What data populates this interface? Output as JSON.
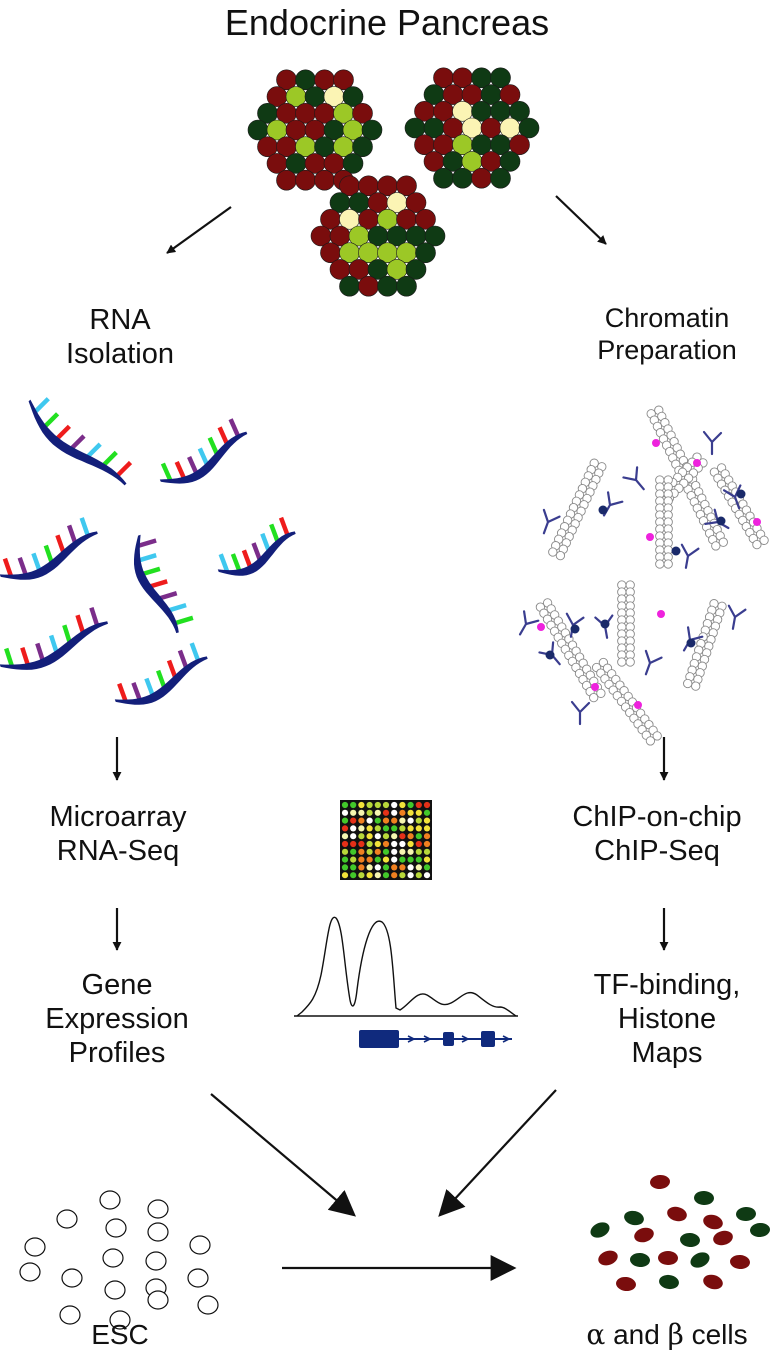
{
  "title": "Endocrine Pancreas",
  "left_branch": {
    "step1": [
      "RNA",
      "Isolation"
    ],
    "step2": [
      "Microarray",
      "RNA-Seq"
    ],
    "step3": [
      "Gene",
      "Expression",
      "Profiles"
    ]
  },
  "right_branch": {
    "step1": [
      "Chromatin",
      "Preparation"
    ],
    "step2": [
      "ChIP-on-chip",
      "ChIP-Seq"
    ],
    "step3": [
      "TF-binding,",
      "Histone",
      "Maps"
    ]
  },
  "bottom": {
    "source": "ESC",
    "target": {
      "alpha": "α",
      "connector": "and",
      "beta": "β",
      "suffix": "cells"
    }
  },
  "colors": {
    "islet_dark_red": "#7a0d0d",
    "islet_dark_green": "#0f3a14",
    "islet_light_green": "#9cc826",
    "islet_pale_yellow": "#fbf4b4",
    "rna_backbone": "#131f7a",
    "base_cyan": "#3fc8ef",
    "base_green": "#22e020",
    "base_red": "#ee1c1c",
    "base_purple": "#7b2d8a",
    "antibody": "#3a3d8f",
    "marker_magenta": "#ee22dd",
    "gene_model": "#102a7d"
  }
}
